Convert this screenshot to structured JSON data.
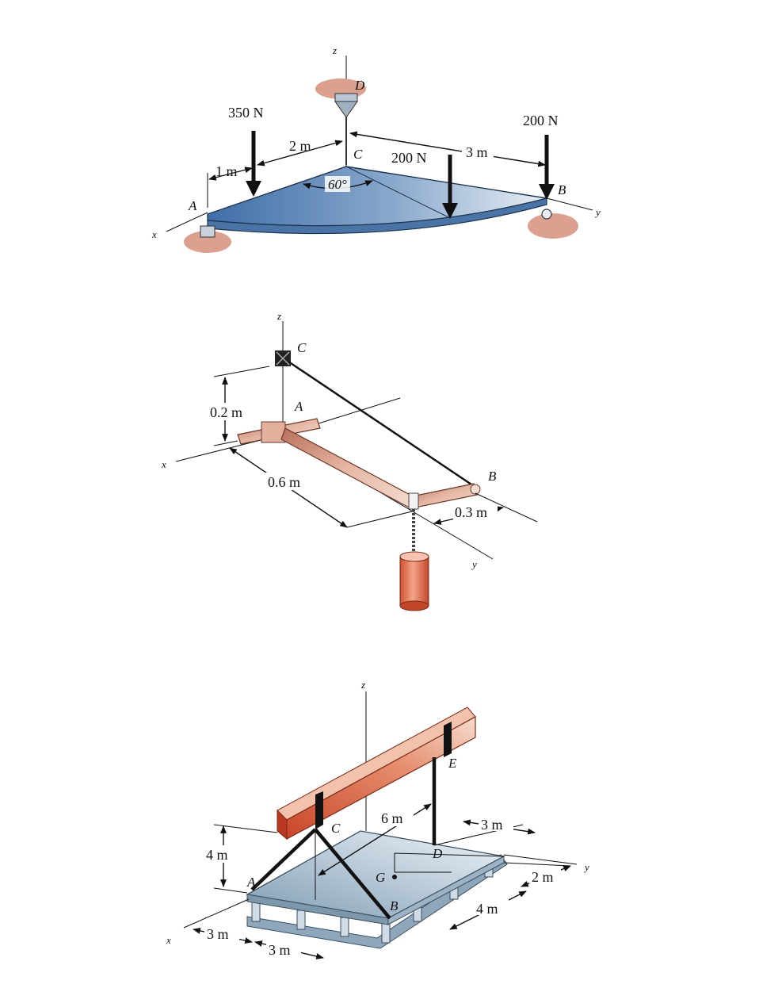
{
  "figure1": {
    "axes": {
      "x": "x",
      "y": "y",
      "z": "z"
    },
    "points": {
      "A": "A",
      "B": "B",
      "C": "C",
      "D": "D"
    },
    "loads": {
      "left": "350 N",
      "middle": "200 N",
      "right": "200 N"
    },
    "dims": {
      "d1": "1 m",
      "d2": "2 m",
      "d3": "3 m",
      "angle": "60°"
    }
  },
  "figure2": {
    "axes": {
      "x": "x",
      "y": "y",
      "z": "z"
    },
    "points": {
      "A": "A",
      "B": "B",
      "C": "C"
    },
    "dims": {
      "d1": "0.2 m",
      "d2": "0.6 m",
      "d3": "0.3 m"
    }
  },
  "figure3": {
    "axes": {
      "x": "x",
      "y": "y",
      "z": "z"
    },
    "points": {
      "A": "A",
      "B": "B",
      "C": "C",
      "D": "D",
      "E": "E",
      "G": "G"
    },
    "dims": {
      "d4": "4 m",
      "d6": "6 m",
      "d3a": "3 m",
      "d2": "2 m",
      "d4b": "4 m",
      "d3b": "3 m",
      "d3c": "3 m"
    }
  },
  "colors": {
    "plate_blue": "#5f86b6",
    "support_pink": "#d99b8d",
    "bar_copper": "#c97b5e",
    "beam_orange": "#d9603f",
    "pallet_gray": "#9db3c5"
  }
}
